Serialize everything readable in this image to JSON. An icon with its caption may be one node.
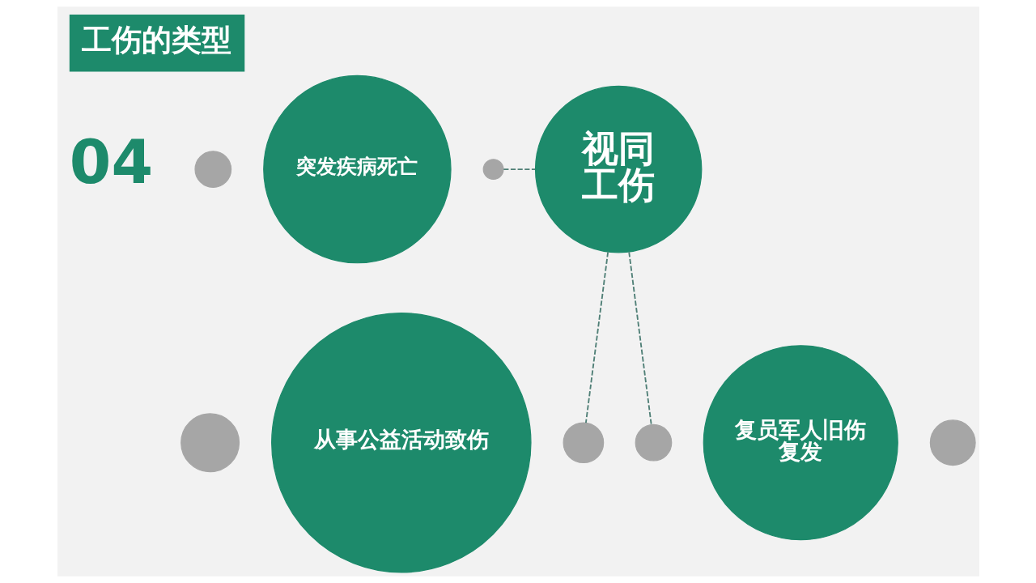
{
  "diagram": {
    "title": "工伤的类型",
    "nodes": [
      {
        "text": [
          "突发疾病死亡"
        ]
      },
      {
        "text": [
          "视同工伤"
        ]
      },
      {
        "text": [
          "从事公益活动致伤"
        ]
      },
      {
        "text": [
          "复员军人旧伤复发"
        ]
      },
      {
        "text": [],
        "shape": "circle"
      },
      {
        "text": [],
        "shape": "circle"
      },
      {
        "text": [],
        "shape": "circle"
      },
      {
        "text": [],
        "shape": "circle"
      },
      {
        "text": [],
        "shape": "circle"
      },
      {
        "text": [],
        "shape": "circle"
      }
    ],
    "edges": [
      {
        "from": 7,
        "to": 1,
        "arrow": "none",
        "style": "dashed"
      },
      {
        "from": 1,
        "to": 6,
        "arrow": "none",
        "style": "dashed"
      },
      {
        "from": 1,
        "to": 9,
        "arrow": "none",
        "style": "dashed"
      }
    ],
    "labels": [
      "04"
    ]
  }
}
